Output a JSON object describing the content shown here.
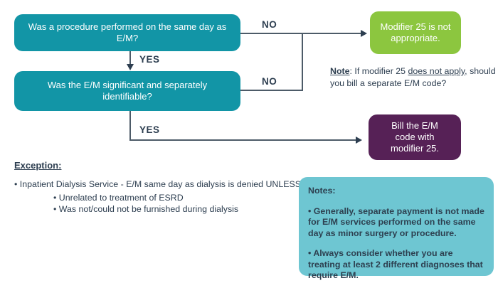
{
  "colors": {
    "teal_box": "#1295a6",
    "green_box": "#8cc63f",
    "purple_box": "#562156",
    "notes_panel_bg": "#6ec6d2",
    "text_navy": "#2d3e50",
    "connector_line": "#4d5b68"
  },
  "flowchart": {
    "question1": "Was a procedure performed on the same day as E/M?",
    "question2": "Was the E/M significant and separately identifiable?",
    "label_yes1": "YES",
    "label_no1": "NO",
    "label_yes2": "YES",
    "label_no2": "NO",
    "outcome_not_appropriate": "Modifier 25 is not appropriate.",
    "outcome_bill": "Bill the E/M code with modifier 25.",
    "note": {
      "label": "Note",
      "mid": ": If modifier 25 ",
      "underlined": "does not apply,",
      "end": " should you bill a separate E/M code?"
    }
  },
  "exception": {
    "heading": "Exception:",
    "bullet": "• Inpatient Dialysis Service - E/M same day as dialysis is denied UNLESS:",
    "sub_bullets": [
      "• Unrelated to treatment of ESRD",
      "• Was not/could not be furnished during dialysis"
    ]
  },
  "notes_panel": {
    "heading": "Notes:",
    "bullets": [
      "• Generally, separate payment is not made for E/M services performed on the same day as minor surgery or procedure.",
      "• Always consider whether you are treating at least 2 different diagnoses that require E/M."
    ]
  }
}
